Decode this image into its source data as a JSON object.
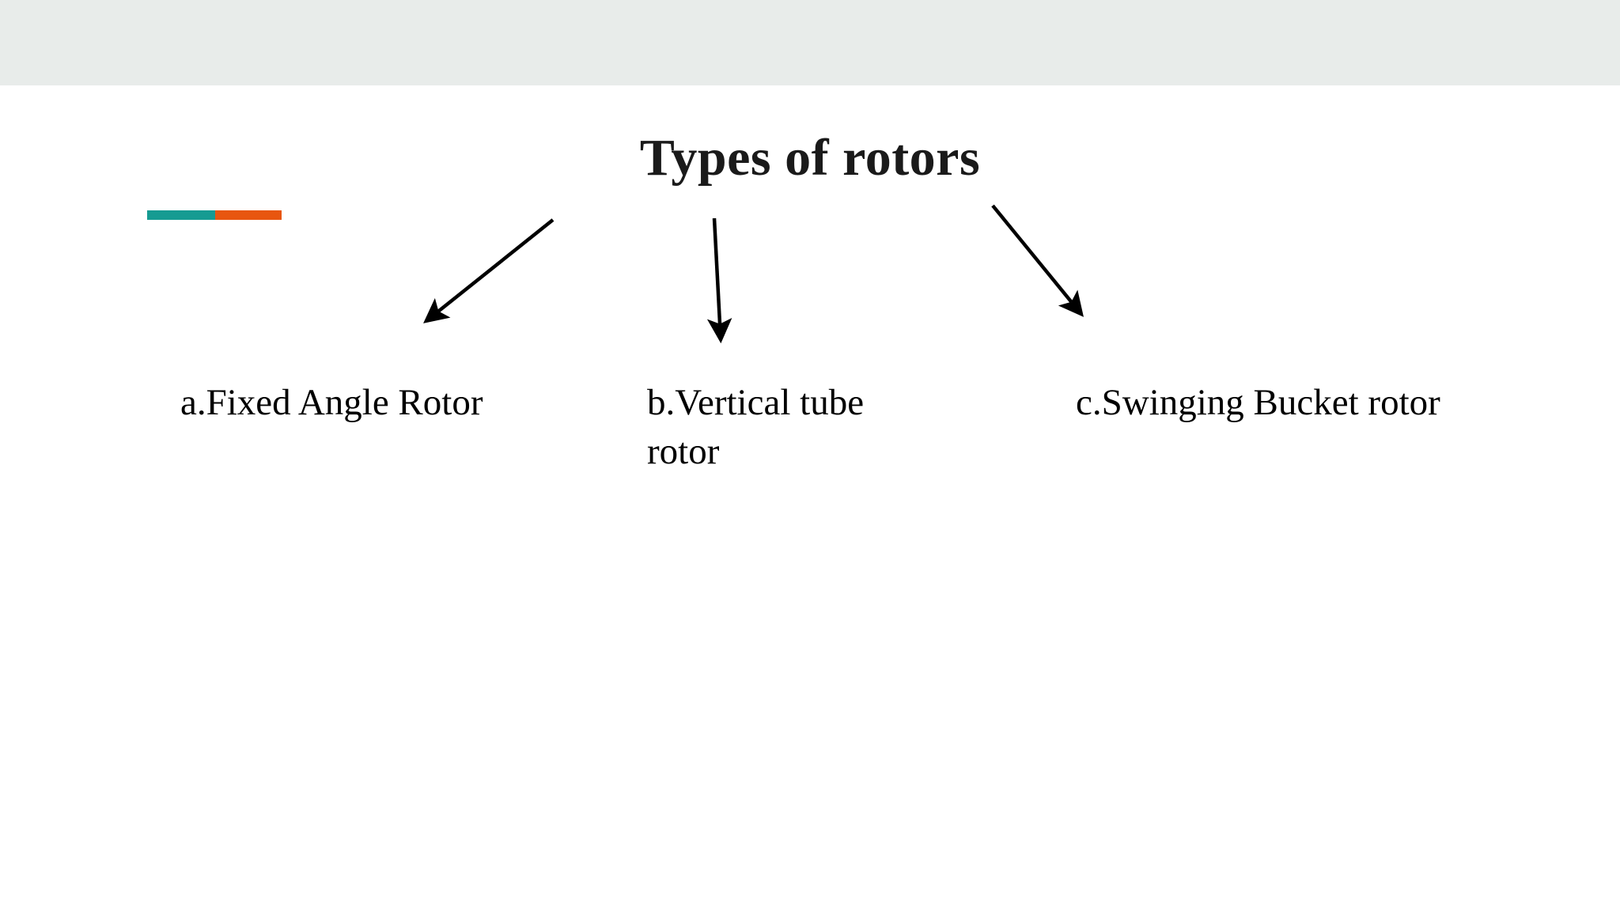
{
  "slide": {
    "title": "Types of rotors",
    "background_color": "#ffffff",
    "header_band_color": "#e8ecea",
    "accent_bar": {
      "name": "two-tone-accent-bar",
      "left_color": "#169b92",
      "right_color": "#e8560f"
    },
    "title_color": "#1a1a1a"
  },
  "items": [
    {
      "id": "a",
      "label": "a.Fixed Angle Rotor"
    },
    {
      "id": "b",
      "label": "b.Vertical tube rotor"
    },
    {
      "id": "c",
      "label": "c.Swinging Bucket rotor"
    }
  ],
  "arrows": [
    {
      "name": "arrow-to-fixed-angle-rotor",
      "direction": "down-left",
      "color": "#000000"
    },
    {
      "name": "arrow-to-vertical-tube-rotor",
      "direction": "down",
      "color": "#000000"
    },
    {
      "name": "arrow-to-swinging-bucket-rotor",
      "direction": "down-right",
      "color": "#000000"
    }
  ]
}
